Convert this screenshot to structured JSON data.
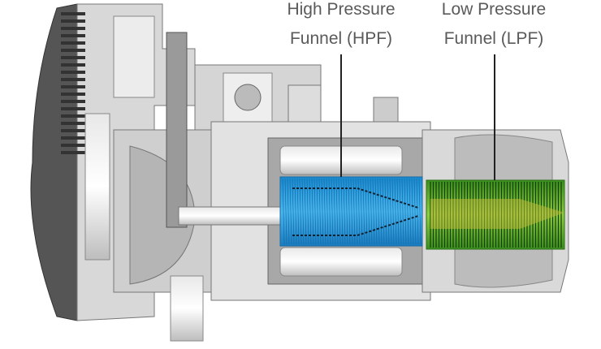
{
  "labels": {
    "hpf": {
      "line1": "High Pressure",
      "line2": "Funnel (HPF)"
    },
    "lpf": {
      "line1": "Low Pressure",
      "line2": "Funnel (LPF)"
    }
  },
  "colors": {
    "hpf_funnel": "#2a9fe0",
    "lpf_funnel": "#4caf2a",
    "label_text": "#5a5a5a"
  }
}
